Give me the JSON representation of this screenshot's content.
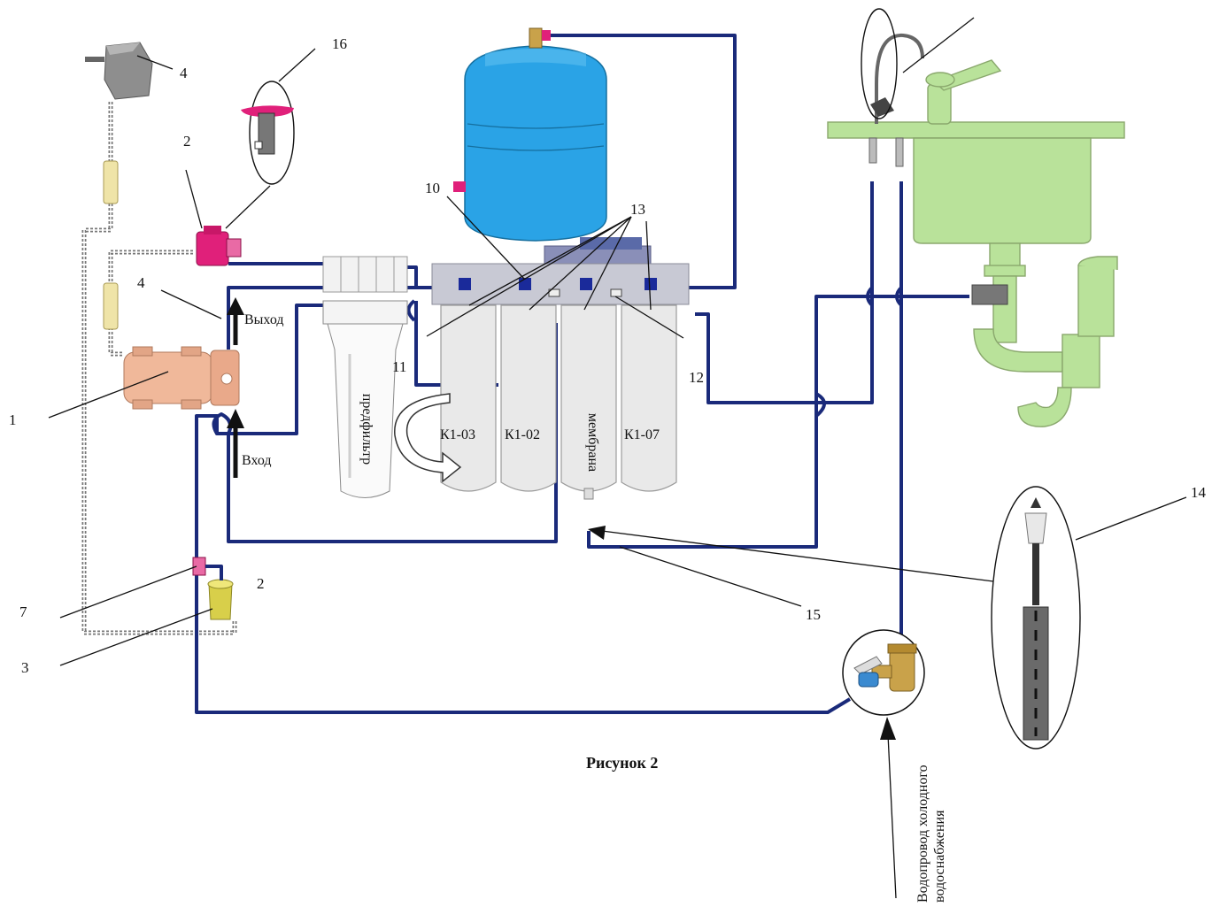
{
  "caption": "Рисунок 2",
  "labels": {
    "prefilter": "предфильтр",
    "k103": "К1-03",
    "k102": "К1-02",
    "membrane": "мембрана",
    "k107": "К1-07",
    "out": "Выход",
    "in": "Вход",
    "water_supply_line1": "Водопровод холодного",
    "water_supply_line2": "водоснабжения"
  },
  "numbers": {
    "n1": "1",
    "n2a": "2",
    "n2b": "2",
    "n3": "3",
    "n4a": "4",
    "n4b": "4",
    "n7": "7",
    "n10": "10",
    "n11": "11",
    "n12": "12",
    "n13": "13",
    "n14": "14",
    "n15": "15",
    "n16": "16"
  },
  "colors": {
    "pipe": "#1a2a7a",
    "tank": "#2aa3e6",
    "sink": "#b9e29a",
    "pump": "#f0b89a",
    "valve": "#e0207a",
    "fitting": "#c9a24a"
  }
}
